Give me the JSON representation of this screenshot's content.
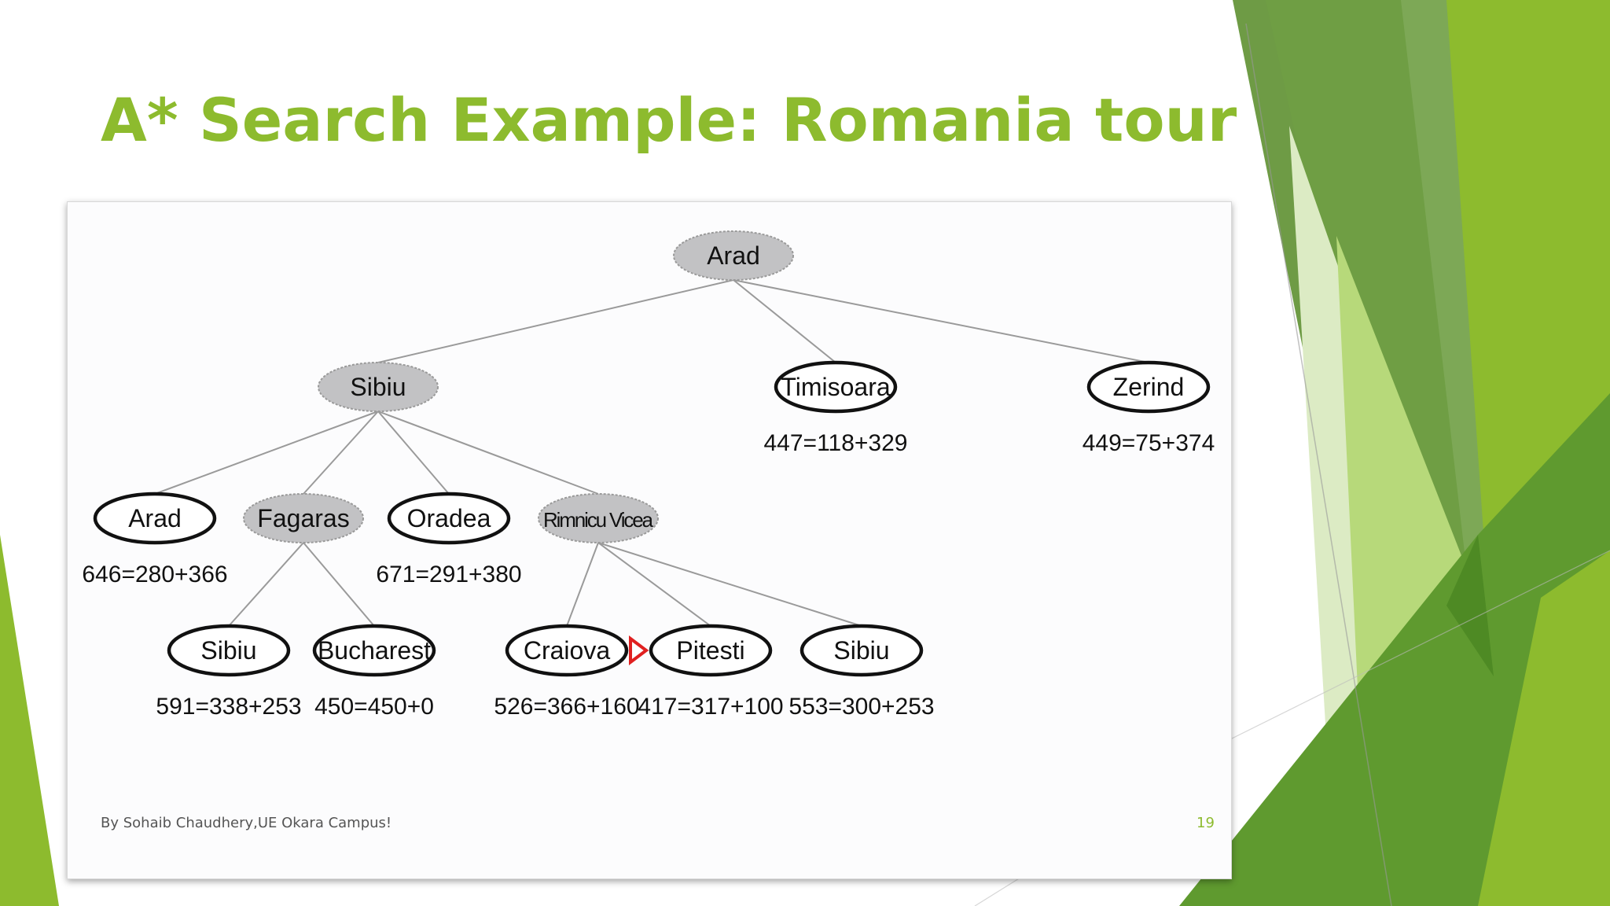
{
  "slide": {
    "title": "A* Search Example: Romania tour",
    "footer": "By Sohaib Chaudhery,UE Okara Campus!",
    "page_number": "19"
  },
  "colors": {
    "title_green": "#8dbb2e",
    "expanded_node_fill": "#c2c2c4",
    "frontier_node_fill": "#ffffff",
    "marker_red": "#e02020",
    "accent_greens": [
      "#6e9b45",
      "#5f9a2f",
      "#8dbb2e",
      "#b7d97a",
      "#dcebc4",
      "#4e8a24"
    ]
  },
  "tree": {
    "nodes": [
      {
        "id": "arad0",
        "label": "Arad",
        "expanded": true,
        "eval": ""
      },
      {
        "id": "sibiu1",
        "label": "Sibiu",
        "expanded": true,
        "eval": ""
      },
      {
        "id": "timisoara",
        "label": "Timisoara",
        "expanded": false,
        "eval": "447=118+329"
      },
      {
        "id": "zerind",
        "label": "Zerind",
        "expanded": false,
        "eval": "449=75+374"
      },
      {
        "id": "arad2",
        "label": "Arad",
        "expanded": false,
        "eval": "646=280+366"
      },
      {
        "id": "fagaras",
        "label": "Fagaras",
        "expanded": true,
        "eval": ""
      },
      {
        "id": "oradea",
        "label": "Oradea",
        "expanded": false,
        "eval": "671=291+380"
      },
      {
        "id": "rimnicu",
        "label": "Rimnicu Vicea",
        "expanded": true,
        "eval": ""
      },
      {
        "id": "sibiu3",
        "label": "Sibiu",
        "expanded": false,
        "eval": "591=338+253"
      },
      {
        "id": "bucharest",
        "label": "Bucharest",
        "expanded": false,
        "eval": "450=450+0"
      },
      {
        "id": "craiova",
        "label": "Craiova",
        "expanded": false,
        "eval": "526=366+160"
      },
      {
        "id": "pitesti",
        "label": "Pitesti",
        "expanded": false,
        "eval": "417=317+100"
      },
      {
        "id": "sibiu4",
        "label": "Sibiu",
        "expanded": false,
        "eval": "553=300+253"
      }
    ],
    "edges": [
      [
        "arad0",
        "sibiu1"
      ],
      [
        "arad0",
        "timisoara"
      ],
      [
        "arad0",
        "zerind"
      ],
      [
        "sibiu1",
        "arad2"
      ],
      [
        "sibiu1",
        "fagaras"
      ],
      [
        "sibiu1",
        "oradea"
      ],
      [
        "sibiu1",
        "rimnicu"
      ],
      [
        "fagaras",
        "sibiu3"
      ],
      [
        "fagaras",
        "bucharest"
      ],
      [
        "rimnicu",
        "craiova"
      ],
      [
        "rimnicu",
        "pitesti"
      ],
      [
        "rimnicu",
        "sibiu4"
      ]
    ],
    "marker_before": "pitesti"
  }
}
